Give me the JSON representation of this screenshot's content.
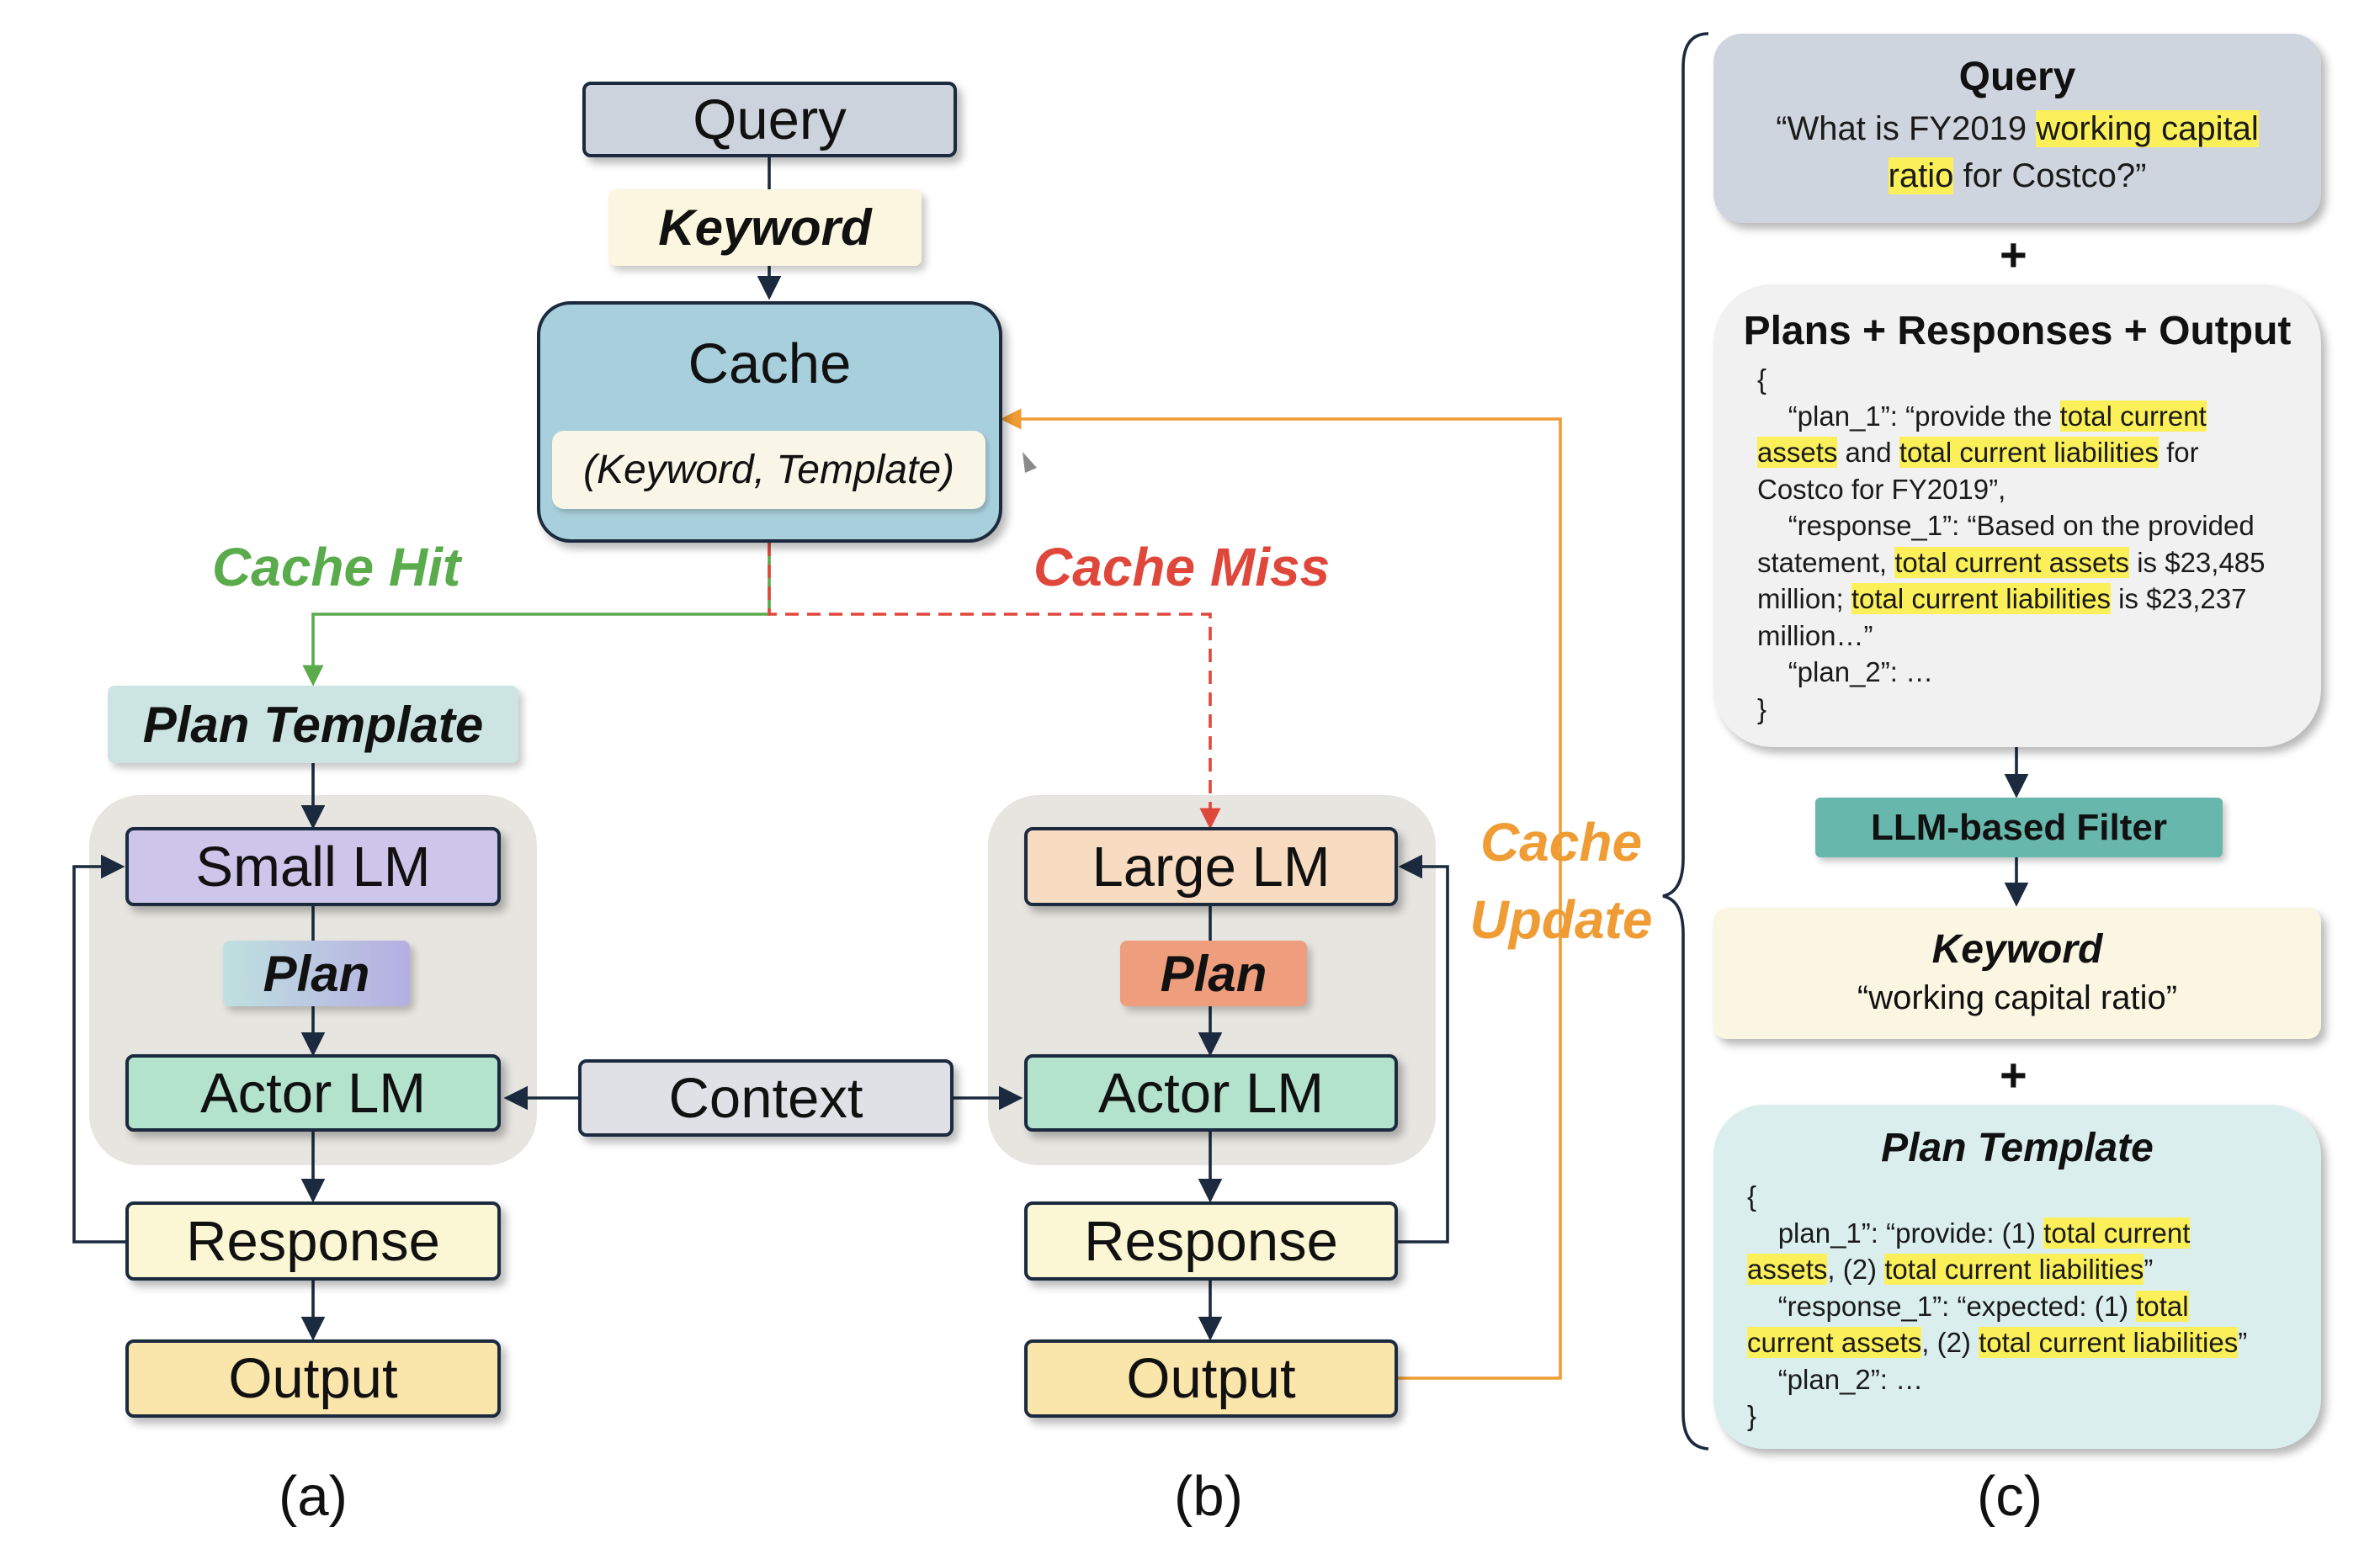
{
  "a": {
    "query": "Query",
    "keyword": "Keyword",
    "cache": "Cache",
    "cache_entry": "(Keyword, Template)",
    "cache_hit": "Cache Hit",
    "plan_template": "Plan Template",
    "small_lm": "Small LM",
    "plan": "Plan",
    "actor_lm": "Actor LM",
    "response": "Response",
    "output": "Output",
    "caption": "(a)"
  },
  "b": {
    "cache_miss": "Cache Miss",
    "large_lm": "Large LM",
    "plan": "Plan",
    "actor_lm": "Actor LM",
    "response": "Response",
    "output": "Output",
    "caption": "(b)"
  },
  "shared": {
    "context": "Context",
    "cache_update_1": "Cache",
    "cache_update_2": "Update"
  },
  "c": {
    "query_title": "Query",
    "query_text": [
      {
        "t": "“What is FY2019 "
      },
      {
        "t": "working capital",
        "hl": true
      },
      {
        "t": "\n"
      },
      {
        "t": "ratio",
        "hl": true
      },
      {
        "t": " for Costco?”"
      }
    ],
    "plus_1": "+",
    "plans_title": "Plans + Responses + Output",
    "plans_text": [
      {
        "t": "{\n    “plan_1”: “provide the "
      },
      {
        "t": "total current",
        "hl": true
      },
      {
        "t": "\n"
      },
      {
        "t": "assets",
        "hl": true
      },
      {
        "t": " and "
      },
      {
        "t": "total current liabilities",
        "hl": true
      },
      {
        "t": " for\nCostco for FY2019”,\n    “response_1”: “Based on the provided\nstatement, "
      },
      {
        "t": "total current assets",
        "hl": true
      },
      {
        "t": " is $23,485\nmillion; "
      },
      {
        "t": "total current liabilities",
        "hl": true
      },
      {
        "t": " is $23,237\nmillion…”\n    “plan_2”: …\n}"
      }
    ],
    "filter": "LLM-based Filter",
    "keyword_title": "Keyword",
    "keyword_text": "“working capital ratio”",
    "plus_2": "+",
    "template_title": "Plan Template",
    "template_text": [
      {
        "t": "{\n    plan_1”: “provide: (1) "
      },
      {
        "t": "total current",
        "hl": true
      },
      {
        "t": "\n"
      },
      {
        "t": "assets",
        "hl": true
      },
      {
        "t": ", (2) "
      },
      {
        "t": "total current liabilities",
        "hl": true
      },
      {
        "t": "”\n    “response_1”: “expected: (1) "
      },
      {
        "t": "total",
        "hl": true
      },
      {
        "t": "\n"
      },
      {
        "t": "current assets",
        "hl": true
      },
      {
        "t": ", (2) "
      },
      {
        "t": "total current liabilities",
        "hl": true
      },
      {
        "t": "”\n    “plan_2”: …\n}"
      }
    ],
    "caption": "(c)"
  },
  "colors": {
    "dark_edge": "#1b2a3e",
    "hit_green": "#5aab4c",
    "miss_red": "#e0473b",
    "update_orange": "#ef9c34",
    "highlight": "#fbf05a"
  }
}
